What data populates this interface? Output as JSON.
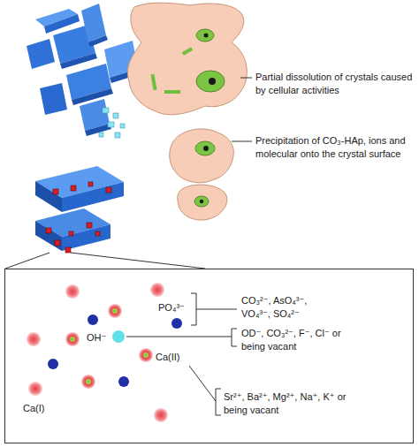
{
  "diagram": {
    "nodes": [
      {
        "text": [
          "CO₃²⁻, AsO₄³⁻, VO₄³⁻, SO₄²⁻",
          "PO₄³⁻",
          "OH⁻",
          "OD⁻, CO₃²⁻, F⁻, Cl⁻ or being vacant",
          "Ca(II)",
          "Sr²⁺, Ba²⁺, Mg²⁺, Na⁺, K⁺ or being vacant",
          "Ca(I)"
        ]
      }
    ],
    "labels": [
      "Partial dissolution of crystals caused by cellular activities",
      "Precipitation of CO₃-HAp, ions and molecular onto the crystal surface"
    ]
  }
}
